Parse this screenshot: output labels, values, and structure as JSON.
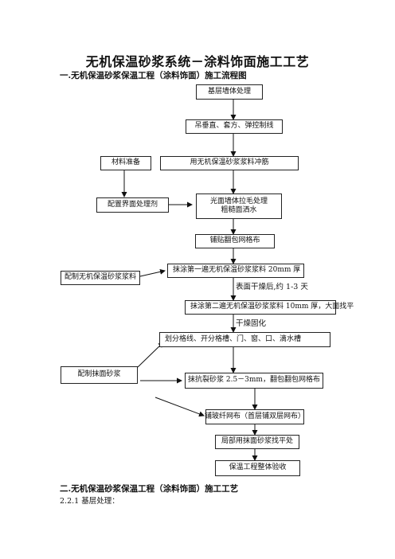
{
  "document": {
    "title": "无机保温砂浆系统－涂料饰面施工工艺",
    "section1": "一.无机保温砂浆保温工程（涂料饰面）施工流程图",
    "section2": "二.无机保温砂浆保温工程（涂料饰面）施工工艺",
    "paragraph": "2.2.1  基层处理："
  },
  "flowchart": {
    "steps": [
      "基层墙体处理",
      "吊垂直、套方、弹控制线",
      "用无机保温砂浆浆料冲筋",
      "光面墙体拉毛处理",
      "粗糙面洒水",
      "铺贴翻包网格布",
      "抹涂第一遍无机保温砂浆浆料 20mm 厚",
      "抹涂第二遍无机保温砂浆浆料 10mm 厚，大面找平",
      "划分格线、开分格槽、门、窗、口、滴水槽",
      "抹抗裂砂浆 2.5－3mm，翻包翻包网格布",
      "铺玻纤网布（首层铺双层网布）",
      "局部用抹面砂浆找平处",
      "保温工程整体验收"
    ],
    "side": [
      "材料准备",
      "配置界面处理剂",
      "配制无机保温砂浆浆料",
      "配制抹面砂浆"
    ],
    "notes": [
      "表面干燥后,约 1-3 天",
      "干燥固化"
    ]
  }
}
